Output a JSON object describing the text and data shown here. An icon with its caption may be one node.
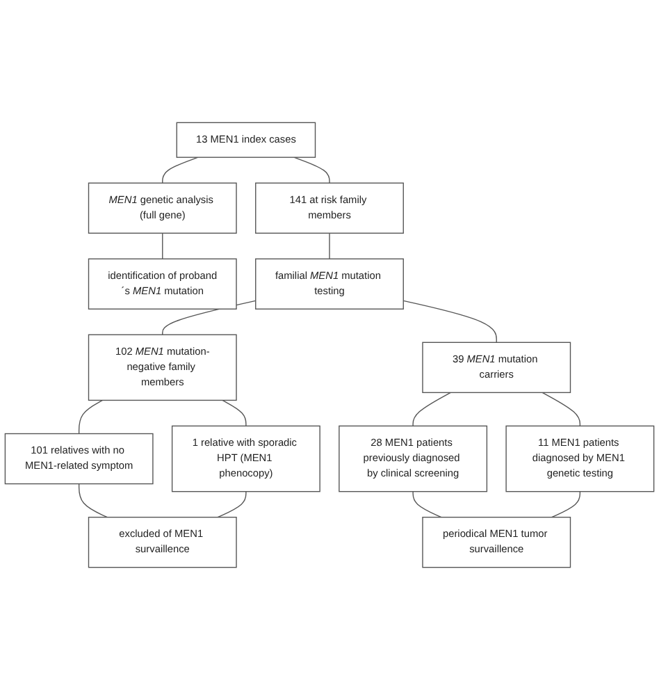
{
  "diagram": {
    "nodes": [
      {
        "text": [
          "13 MEN1 index cases"
        ]
      },
      {
        "text": [
          "*MEN1* genetic analysis (full gene)"
        ]
      },
      {
        "text": [
          "identification of proband´s *MEN1* mutation"
        ]
      },
      {
        "text": [
          "141 at risk family members"
        ]
      },
      {
        "text": [
          "familial *MEN1* mutation testing"
        ]
      },
      {
        "text": [
          "102 *MEN1* mutation-negative family members"
        ]
      },
      {
        "text": [
          "39 *MEN1* mutation carriers"
        ]
      },
      {
        "text": [
          "101 relatives with no MEN1-related symptom"
        ]
      },
      {
        "text": [
          "1 relative with sporadic HPT (MEN1 phenocopy)"
        ]
      },
      {
        "text": [
          "28 MEN1 patients previously diagnosed by clinical screening"
        ]
      },
      {
        "text": [
          "11 MEN1 patients diagnosed by MEN1 genetic testing"
        ]
      },
      {
        "text": [
          "excluded of MEN1 survaillence"
        ]
      },
      {
        "text": [
          "periodical MEN1 tumor survaillence"
        ]
      }
    ],
    "edges": [
      {
        "from": 0,
        "to": 3,
        "arrow": "none"
      },
      {
        "from": 0,
        "to": 1,
        "arrow": "none"
      },
      {
        "from": 1,
        "to": 2,
        "arrow": "none"
      },
      {
        "from": 3,
        "to": 4,
        "arrow": "none"
      },
      {
        "from": 4,
        "to": 5,
        "arrow": "none"
      },
      {
        "from": 4,
        "to": 6,
        "arrow": "none"
      },
      {
        "from": 5,
        "to": 7,
        "arrow": "none"
      },
      {
        "from": 5,
        "to": 8,
        "arrow": "none"
      },
      {
        "from": 6,
        "to": 9,
        "arrow": "none"
      },
      {
        "from": 6,
        "to": 10,
        "arrow": "none"
      },
      {
        "from": 7,
        "to": 11,
        "arrow": "none"
      },
      {
        "from": 8,
        "to": 11,
        "arrow": "none"
      },
      {
        "from": 9,
        "to": 12,
        "arrow": "none"
      },
      {
        "from": 10,
        "to": 12,
        "arrow": "none"
      }
    ]
  }
}
